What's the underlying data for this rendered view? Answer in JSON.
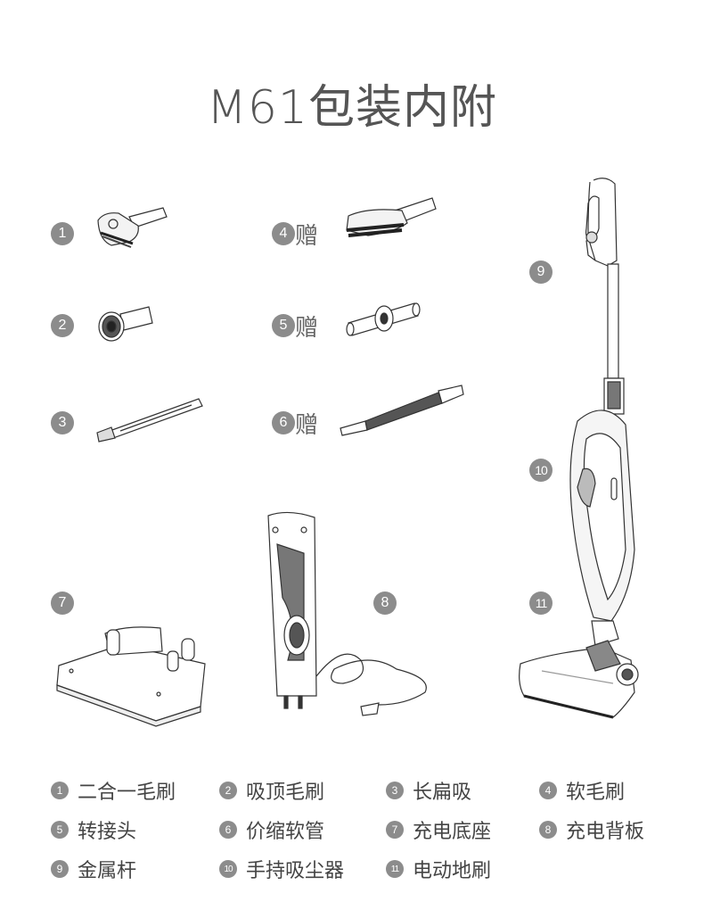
{
  "title": "M61包装内附",
  "gift_label": "赠",
  "items": [
    {
      "num": "1",
      "name": "二合一毛刷"
    },
    {
      "num": "2",
      "name": "吸顶毛刷"
    },
    {
      "num": "3",
      "name": "长扁吸"
    },
    {
      "num": "4",
      "name": "软毛刷"
    },
    {
      "num": "5",
      "name": "转接头"
    },
    {
      "num": "6",
      "name": "价缩软管"
    },
    {
      "num": "7",
      "name": "充电底座"
    },
    {
      "num": "8",
      "name": "充电背板"
    },
    {
      "num": "9",
      "name": "金属杆"
    },
    {
      "num": "10",
      "name": "手持吸尘器"
    },
    {
      "num": "11",
      "name": "电动地刷"
    }
  ],
  "colors": {
    "badge": "#8c8c8c",
    "line": "#333333",
    "background": "#ffffff"
  }
}
